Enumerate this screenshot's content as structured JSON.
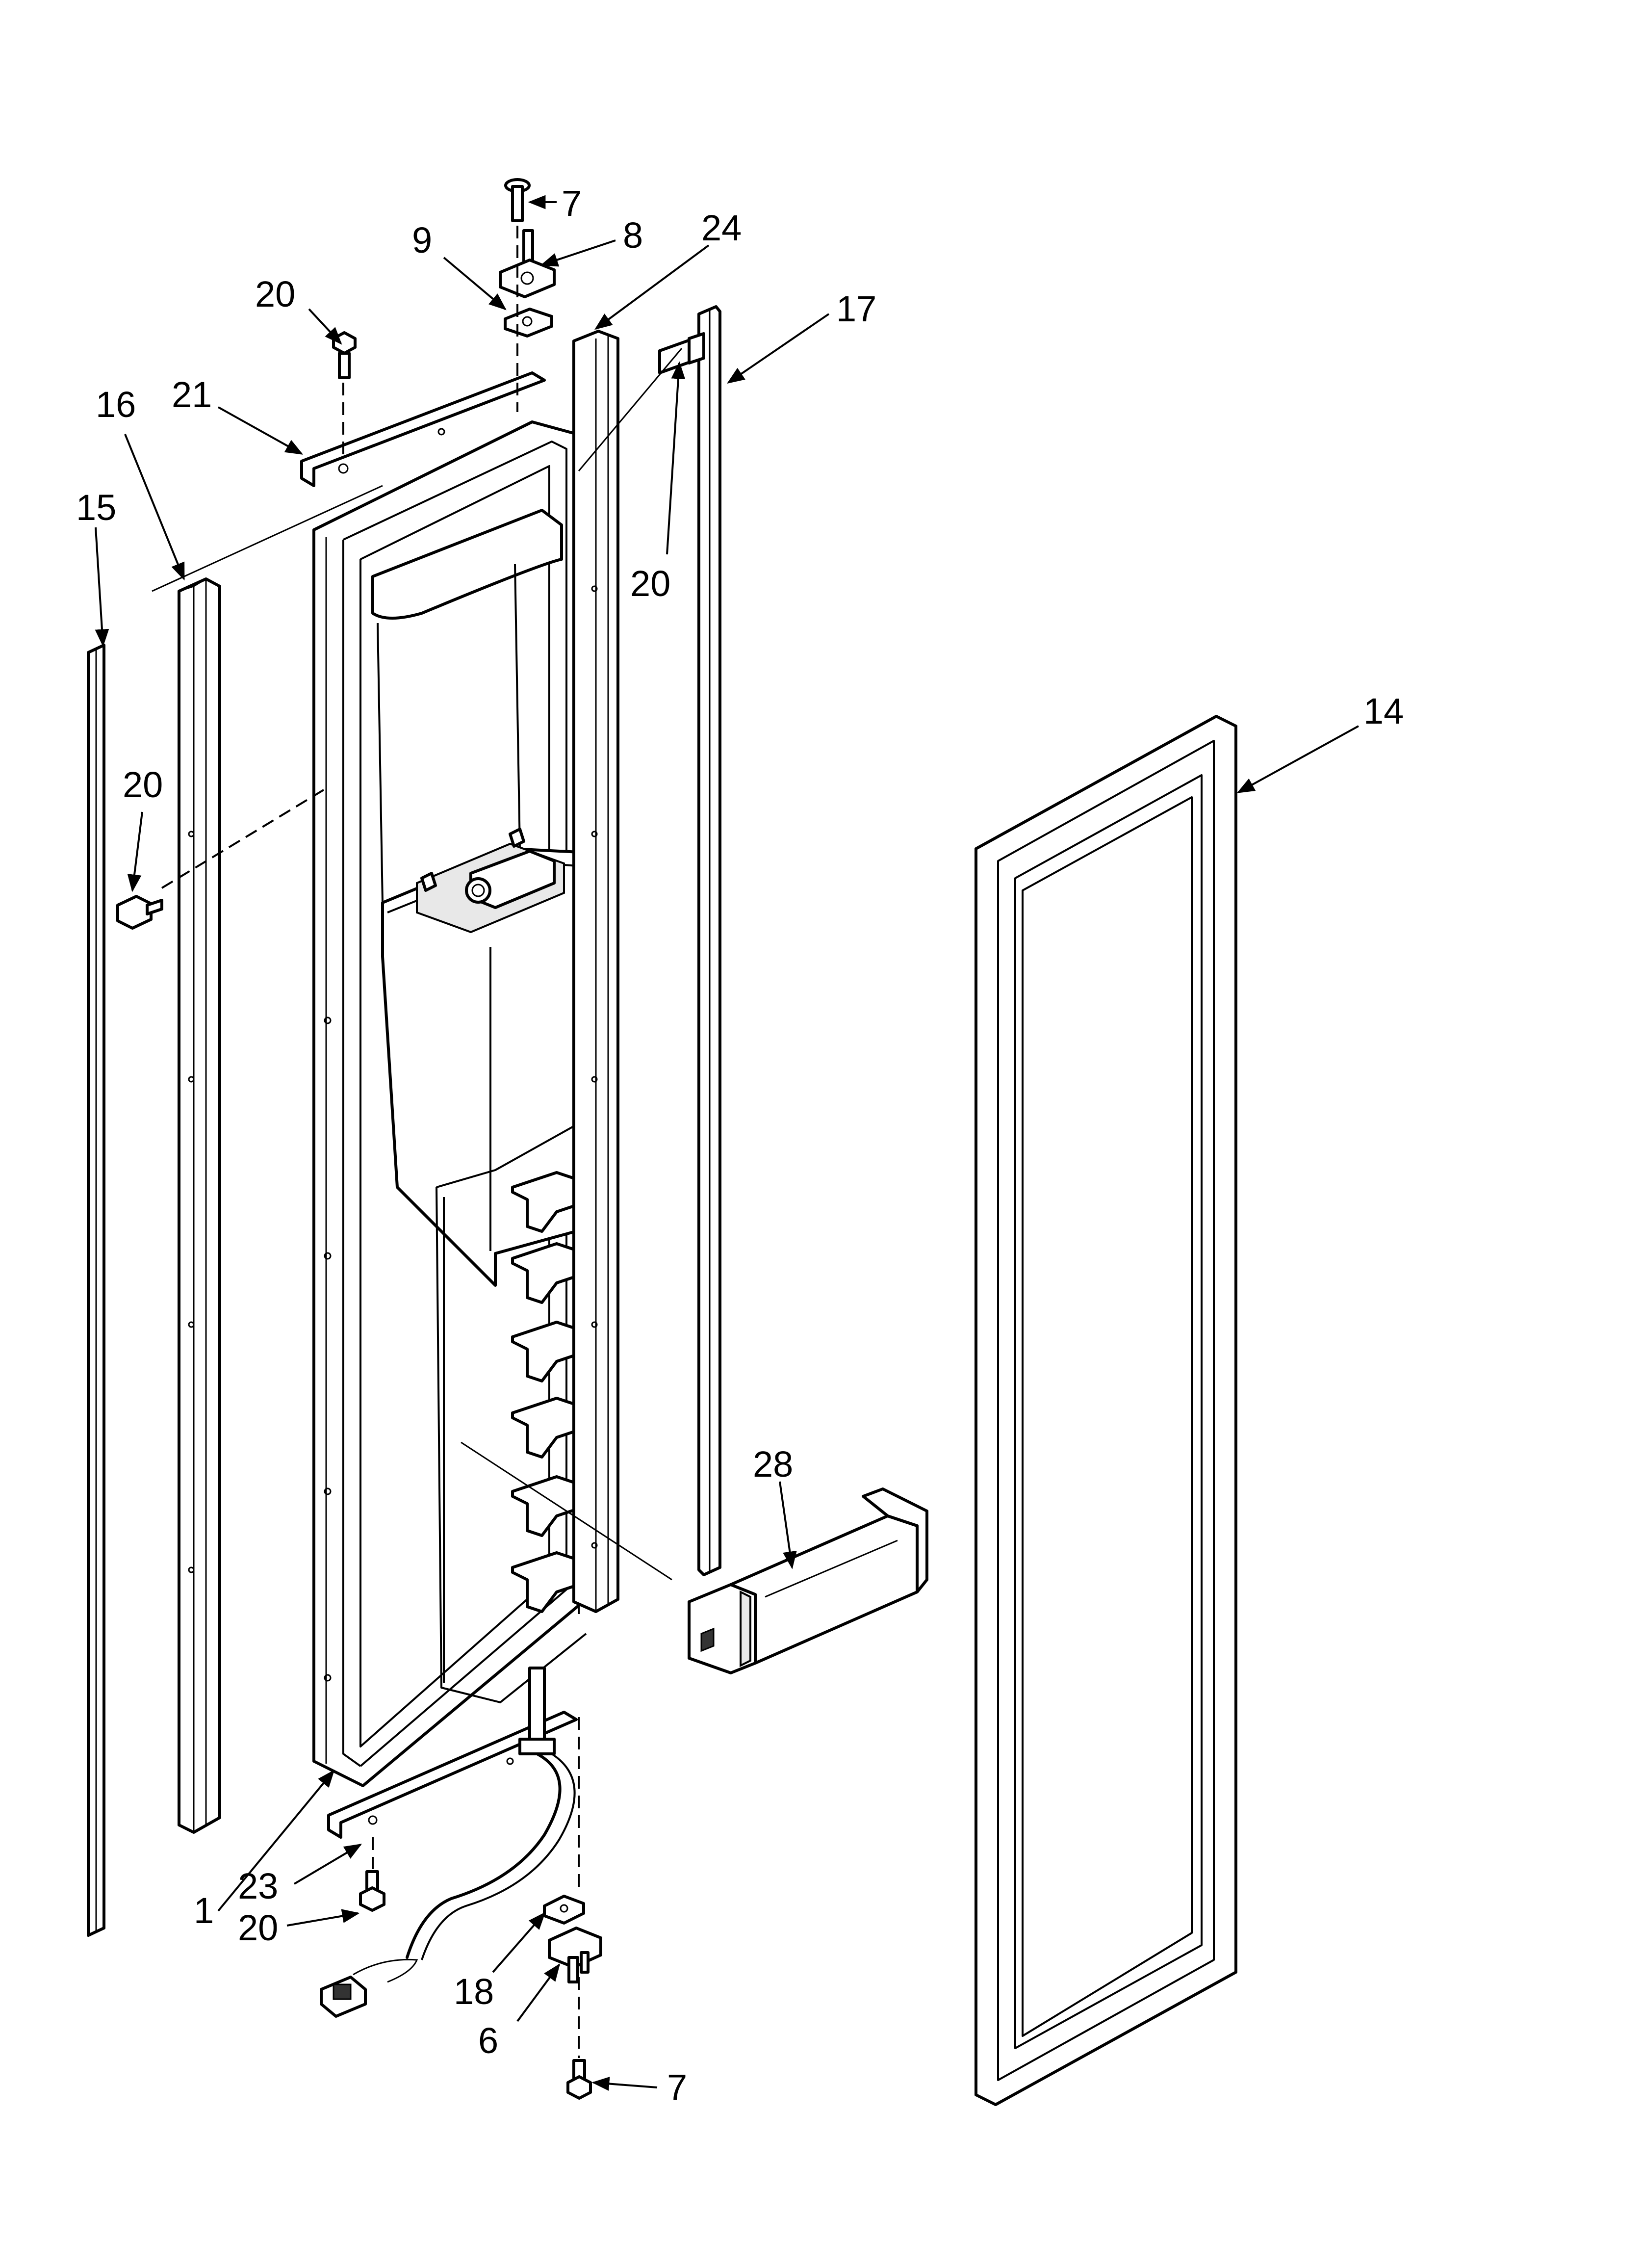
{
  "callouts": {
    "c7_top": "7",
    "c8": "8",
    "c24": "24",
    "c9": "9",
    "c17": "17",
    "c20_top": "20",
    "c21": "21",
    "c16": "16",
    "c15": "15",
    "c20_right": "20",
    "c20_left": "20",
    "c14": "14",
    "c28": "28",
    "c1": "1",
    "c23": "23",
    "c20_bottom": "20",
    "c18": "18",
    "c6": "6",
    "c7_bottom": "7"
  }
}
